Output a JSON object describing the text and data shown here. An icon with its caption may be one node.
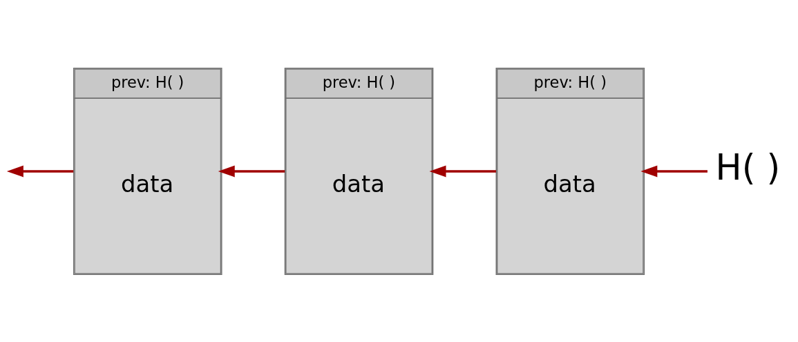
{
  "diagram": {
    "nodes": [
      {
        "text": [
          "prev: H( )",
          "data"
        ]
      },
      {
        "text": [
          "prev: H( )",
          "data"
        ]
      },
      {
        "text": [
          "prev: H( )",
          "data"
        ]
      },
      {
        "text": [
          "H( )"
        ]
      }
    ],
    "edges": [
      {
        "from": 3,
        "to": 2,
        "arrow": "to"
      },
      {
        "from": 2,
        "to": 1,
        "arrow": "to"
      },
      {
        "from": 1,
        "to": 0,
        "arrow": "to"
      },
      {
        "from": 0,
        "to": null,
        "arrow": "to"
      }
    ]
  }
}
